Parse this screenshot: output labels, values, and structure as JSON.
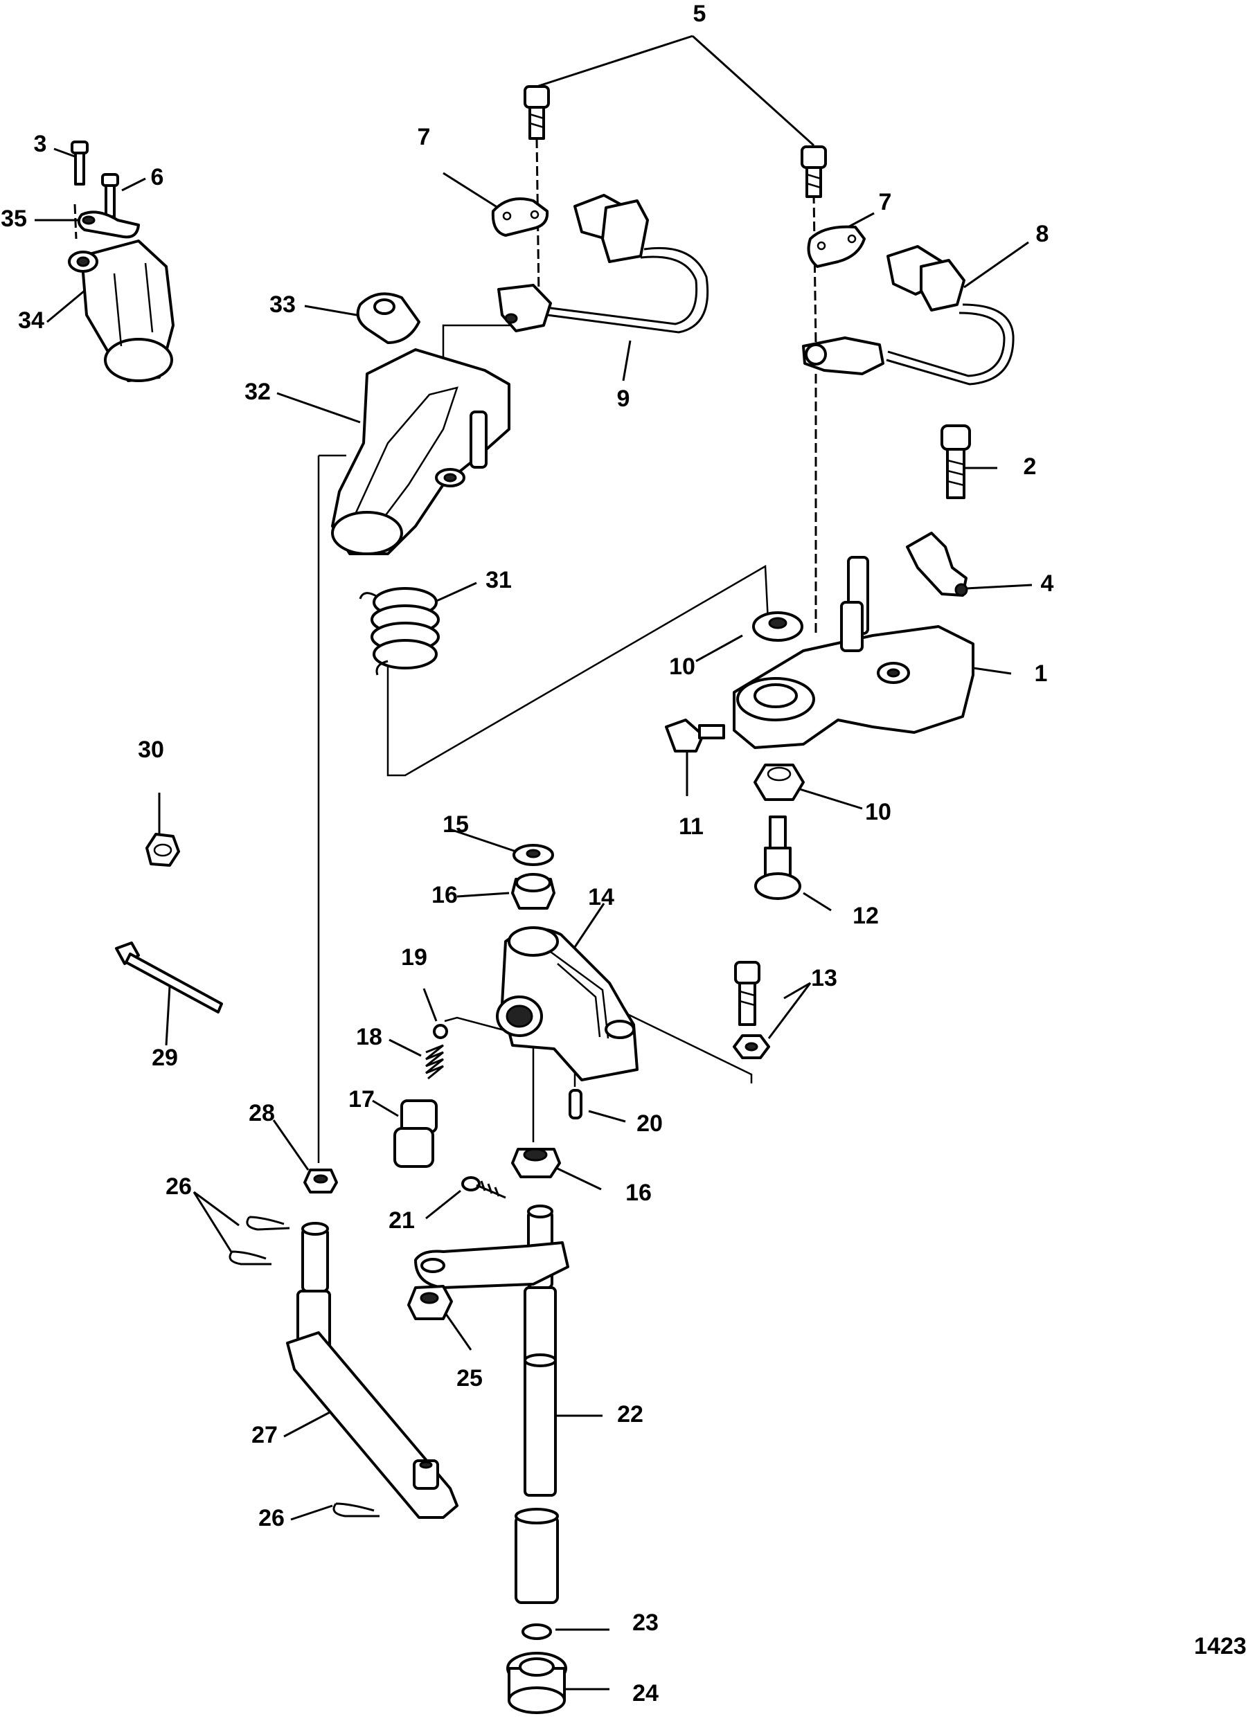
{
  "diagram": {
    "figure_id": "1423",
    "callouts": [
      {
        "id": "1",
        "text": "1"
      },
      {
        "id": "2",
        "text": "2"
      },
      {
        "id": "3",
        "text": "3"
      },
      {
        "id": "4",
        "text": "4"
      },
      {
        "id": "5",
        "text": "5"
      },
      {
        "id": "6",
        "text": "6"
      },
      {
        "id": "7a",
        "text": "7"
      },
      {
        "id": "7b",
        "text": "7"
      },
      {
        "id": "8",
        "text": "8"
      },
      {
        "id": "9",
        "text": "9"
      },
      {
        "id": "10a",
        "text": "10"
      },
      {
        "id": "10b",
        "text": "10"
      },
      {
        "id": "11",
        "text": "11"
      },
      {
        "id": "12",
        "text": "12"
      },
      {
        "id": "13",
        "text": "13"
      },
      {
        "id": "14",
        "text": "14"
      },
      {
        "id": "15",
        "text": "15"
      },
      {
        "id": "16a",
        "text": "16"
      },
      {
        "id": "16b",
        "text": "16"
      },
      {
        "id": "17",
        "text": "17"
      },
      {
        "id": "18",
        "text": "18"
      },
      {
        "id": "19",
        "text": "19"
      },
      {
        "id": "20",
        "text": "20"
      },
      {
        "id": "21",
        "text": "21"
      },
      {
        "id": "22",
        "text": "22"
      },
      {
        "id": "23",
        "text": "23"
      },
      {
        "id": "24",
        "text": "24"
      },
      {
        "id": "25",
        "text": "25"
      },
      {
        "id": "26a",
        "text": "26"
      },
      {
        "id": "26b",
        "text": "26"
      },
      {
        "id": "27",
        "text": "27"
      },
      {
        "id": "28",
        "text": "28"
      },
      {
        "id": "29",
        "text": "29"
      },
      {
        "id": "30",
        "text": "30"
      },
      {
        "id": "31",
        "text": "31"
      },
      {
        "id": "32",
        "text": "32"
      },
      {
        "id": "33",
        "text": "33"
      },
      {
        "id": "34",
        "text": "34"
      },
      {
        "id": "35",
        "text": "35"
      }
    ]
  }
}
